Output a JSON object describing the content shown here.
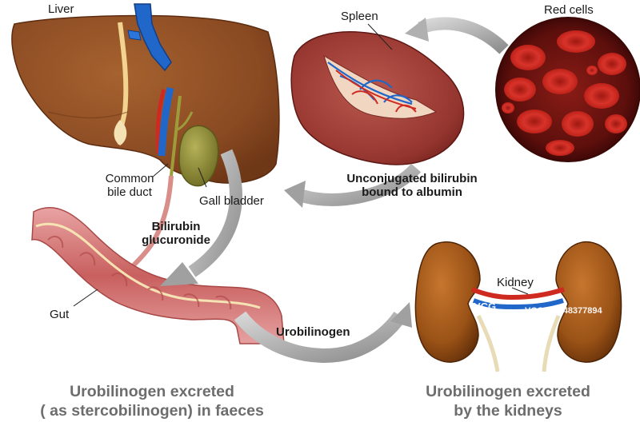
{
  "labels": {
    "liver": "Liver",
    "spleen": "Spleen",
    "red_cells": "Red cells",
    "common_bile_duct_line1": "Common",
    "common_bile_duct_line2": "bile duct",
    "gall_bladder": "Gall bladder",
    "unconjugated_line1": "Unconjugated bilirubin",
    "unconjugated_line2": "bound to albumin",
    "bilirubin_glucuronide_line1": "Bilirubin",
    "bilirubin_glucuronide_line2": "glucuronide",
    "gut": "Gut",
    "urobilinogen": "Urobilinogen",
    "kidney": "Kidney"
  },
  "captions": {
    "faeces_line1": "Urobilinogen excreted",
    "faeces_line2": "( as stercobilinogen) in faeces",
    "kidneys_line1": "Urobilinogen excreted",
    "kidneys_line2": "by the kidneys"
  },
  "watermark": {
    "logo_text": "VCG",
    "id_text": "VCG211248377894"
  },
  "colors": {
    "liver": "#8f4e26",
    "spleen": "#9c3a34",
    "red_cell": "#d42a1f",
    "blood_bg": "#5a0e0c",
    "gall_bladder": "#8e8c3a",
    "arrow": "#9a9a9a",
    "kidney": "#9a5216",
    "vein": "#2166c9",
    "artery": "#cf2a20",
    "caption": "#6d6d6d"
  }
}
